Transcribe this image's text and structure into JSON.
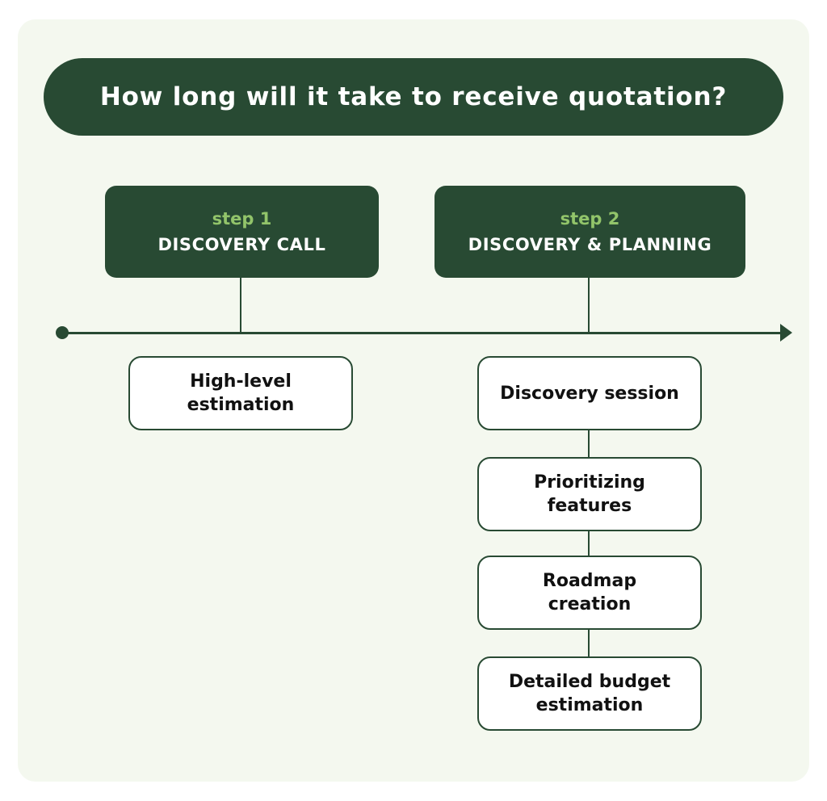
{
  "title": "How long will it take to receive quotation?",
  "steps": [
    {
      "number": "step 1",
      "name": "DISCOVERY CALL",
      "tasks": [
        {
          "label": "High-level\nestimation"
        }
      ]
    },
    {
      "number": "step 2",
      "name": "DISCOVERY & PLANNING",
      "tasks": [
        {
          "label": "Discovery session"
        },
        {
          "label": "Prioritizing\nfeatures"
        },
        {
          "label": "Roadmap\ncreation"
        },
        {
          "label": "Detailed budget\nestimation"
        }
      ]
    }
  ],
  "colors": {
    "primary": "#284a33",
    "accent": "#92c46a",
    "background": "#f4f8ef",
    "box_fill": "#ffffff"
  }
}
